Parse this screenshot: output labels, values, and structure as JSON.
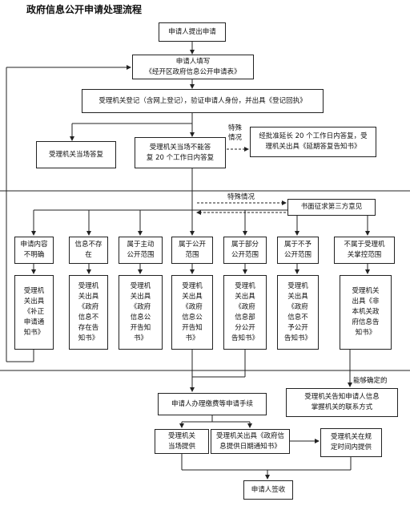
{
  "title": "政府信息公开申请处理流程",
  "nodes": {
    "apply": "申请人提出申请",
    "fill_form": "申请人填写\n《经开区政府信息公开申请表》",
    "register": "受理机关登记（含网上登记），验证申请人身份，并出具《登记回执》",
    "reply_on_spot": "受理机关当场答复",
    "reply_20_days": "受理机关当场不能答\n复 20 个工作日内答复",
    "extend_20_days": "经批准延长 20 个工作日内答复，受\n理机关出具《延期答复告知书》",
    "third_party": "书面征求第三方意见",
    "cat_unclear": "申请内容\n不明确",
    "cat_not_exist": "信息不存\n在",
    "cat_proactive": "属于主动\n公开范围",
    "cat_public": "属于公开\n范围",
    "cat_partial": "属于部分\n公开范围",
    "cat_not_public": "属于不予\n公开范围",
    "cat_not_in_scope": "不属于受理机\n关掌控范围",
    "out_unclear": "受理机\n关出具\n《补正\n申请通\n知书》",
    "out_not_exist": "受理机\n关出具\n《政府\n信息不\n存在告\n知书》",
    "out_proactive": "受理机\n关出具\n《政府\n信息公\n开告知\n书》",
    "out_public": "受理机\n关出具\n《政府\n信息公\n开告知\n书》",
    "out_partial": "受理机\n关出具\n《政府\n信息部\n分公开\n告知书》",
    "out_not_public": "受理机\n关出具\n《政府\n信息不\n予公开\n告知书》",
    "out_not_in_scope": "受理机关\n出具《非\n本机关政\n府信息告\n知书》",
    "inform_contact": "受理机关告知申请人信息\n掌握机关的联系方式",
    "pay_fee": "申请人办理缴费等申请手续",
    "provide_on_spot": "受理机关\n当场提供",
    "provide_date_notice": "受理机关出具《政府信\n息提供日期通知书》",
    "provide_in_time": "受理机关在规\n定时间内提供",
    "sign": "申请人签收"
  },
  "labels": {
    "special_1": "特殊\n情况",
    "special_2": "特殊情况",
    "can_determine": "能够确定的"
  }
}
